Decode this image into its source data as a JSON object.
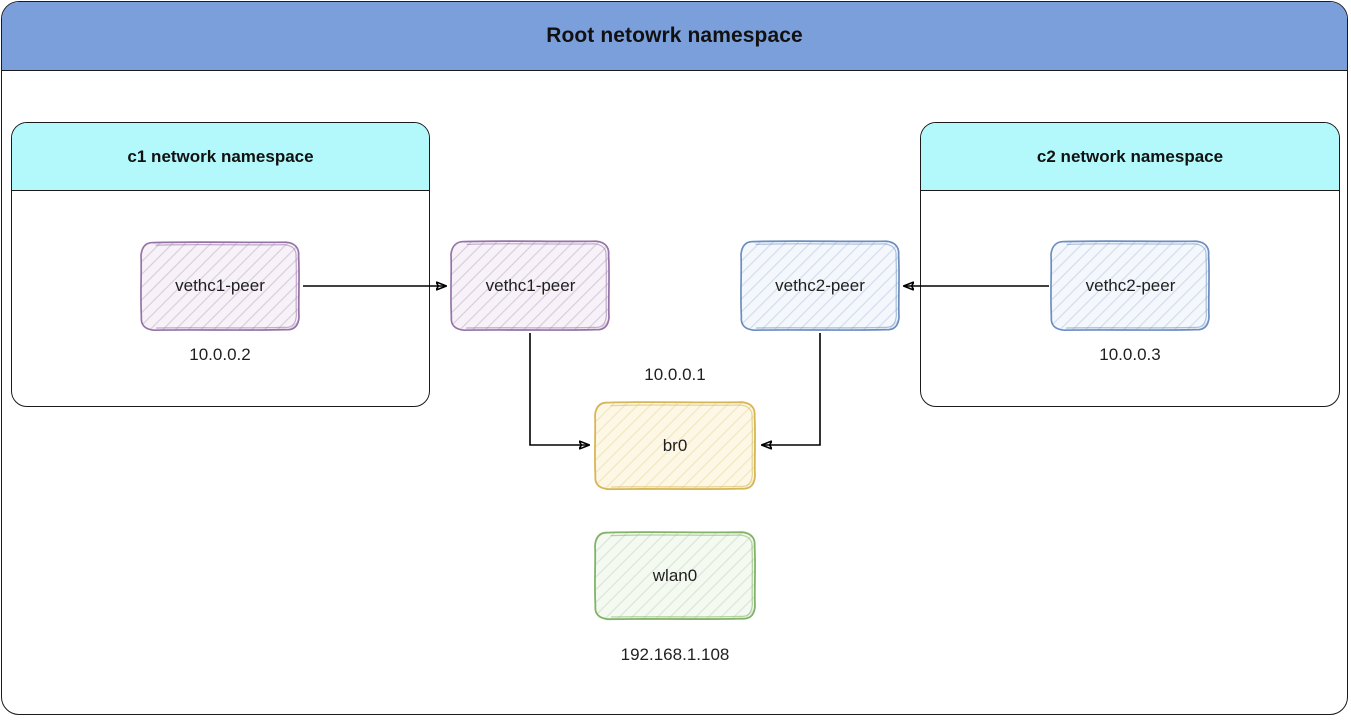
{
  "diagram": {
    "title": "Root netowrk namespace",
    "type": "network-namespace-diagram"
  },
  "root_namespace": {
    "label": "Root netowrk namespace",
    "header_color": "#7b9fdb",
    "border_color": "#1a1a1a"
  },
  "namespaces": [
    {
      "id": "c1",
      "label": "c1 network namespace",
      "header_color": "#b3f9fb",
      "interface": {
        "label": "vethc1-peer",
        "ip": "10.0.0.2",
        "color": "#9673a6"
      }
    },
    {
      "id": "c2",
      "label": "c2 network namespace",
      "header_color": "#b3f9fb",
      "interface": {
        "label": "vethc2-peer",
        "ip": "10.0.0.3",
        "color": "#6c8ebf"
      }
    }
  ],
  "root_interfaces": [
    {
      "id": "vethc1-peer-root",
      "label": "vethc1-peer",
      "ip": "",
      "color": "#9673a6"
    },
    {
      "id": "vethc2-peer-root",
      "label": "vethc2-peer",
      "ip": "",
      "color": "#6c8ebf"
    },
    {
      "id": "br0",
      "label": "br0",
      "ip": "10.0.0.1",
      "color": "#d6b656"
    },
    {
      "id": "wlan0",
      "label": "wlan0",
      "ip": "192.168.1.108",
      "color": "#82b366"
    }
  ],
  "connections": [
    {
      "from": "c1.vethc1-peer",
      "to": "root.vethc1-peer",
      "direction": "right"
    },
    {
      "from": "c2.vethc2-peer",
      "to": "root.vethc2-peer",
      "direction": "left"
    },
    {
      "from": "root.vethc1-peer",
      "to": "br0",
      "direction": "down-right"
    },
    {
      "from": "root.vethc2-peer",
      "to": "br0",
      "direction": "down-left"
    }
  ],
  "colors": {
    "root_header": "#7b9fdb",
    "ns_header": "#b3f9fb",
    "purple": "#9673a6",
    "blue": "#6c8ebf",
    "amber": "#d6b656",
    "green": "#82b366",
    "stroke": "#000000",
    "background": "#ffffff"
  }
}
